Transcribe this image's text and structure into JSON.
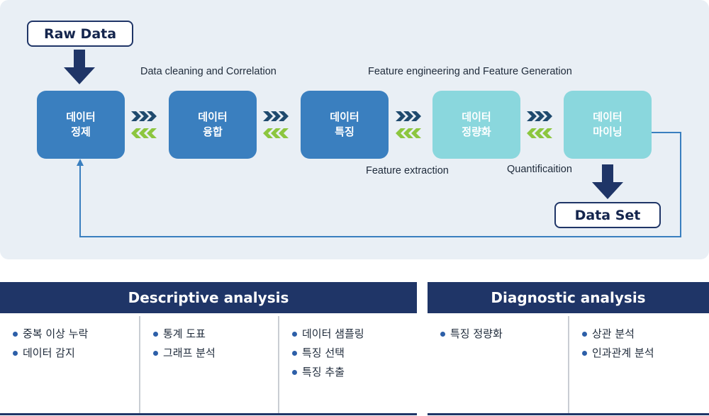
{
  "top": {
    "raw_data": "Raw Data",
    "data_set": "Data Set",
    "steps": [
      {
        "line1": "데이터",
        "line2": "정제"
      },
      {
        "line1": "데이터",
        "line2": "융합"
      },
      {
        "line1": "데이터",
        "line2": "특징"
      },
      {
        "line1": "데이터",
        "line2": "정량화"
      },
      {
        "line1": "데이터",
        "line2": "마이닝"
      }
    ],
    "captions": {
      "cleaning": "Data cleaning and Correlation",
      "feature_eng": "Feature engineering and Feature Generation",
      "extraction": "Feature extraction",
      "quantification": "Quantificaition"
    }
  },
  "descriptive": {
    "title": "Descriptive analysis",
    "columns": [
      [
        "중복 이상 누락",
        "데이터 감지"
      ],
      [
        "통계 도표",
        "그래프 분석"
      ],
      [
        "데이터 샘플링",
        "특징 선택",
        "특징 추출"
      ]
    ]
  },
  "diagnostic": {
    "title": "Diagnostic analysis",
    "columns": [
      [
        "특징 정량화"
      ],
      [
        "상관 분석",
        "인과관계 분석"
      ]
    ]
  },
  "colors": {
    "navy": "#1f3567",
    "step_dark": "#3a7fbf",
    "step_light": "#8ad7dd",
    "forward_chevron": "#1f4a6e",
    "backward_chevron": "#8cc63f",
    "flow_line": "#3a7fbf"
  },
  "icons": [
    "down-arrow-icon",
    "double-chevron-right-icon",
    "double-chevron-left-icon",
    "bullet-dot-icon"
  ]
}
